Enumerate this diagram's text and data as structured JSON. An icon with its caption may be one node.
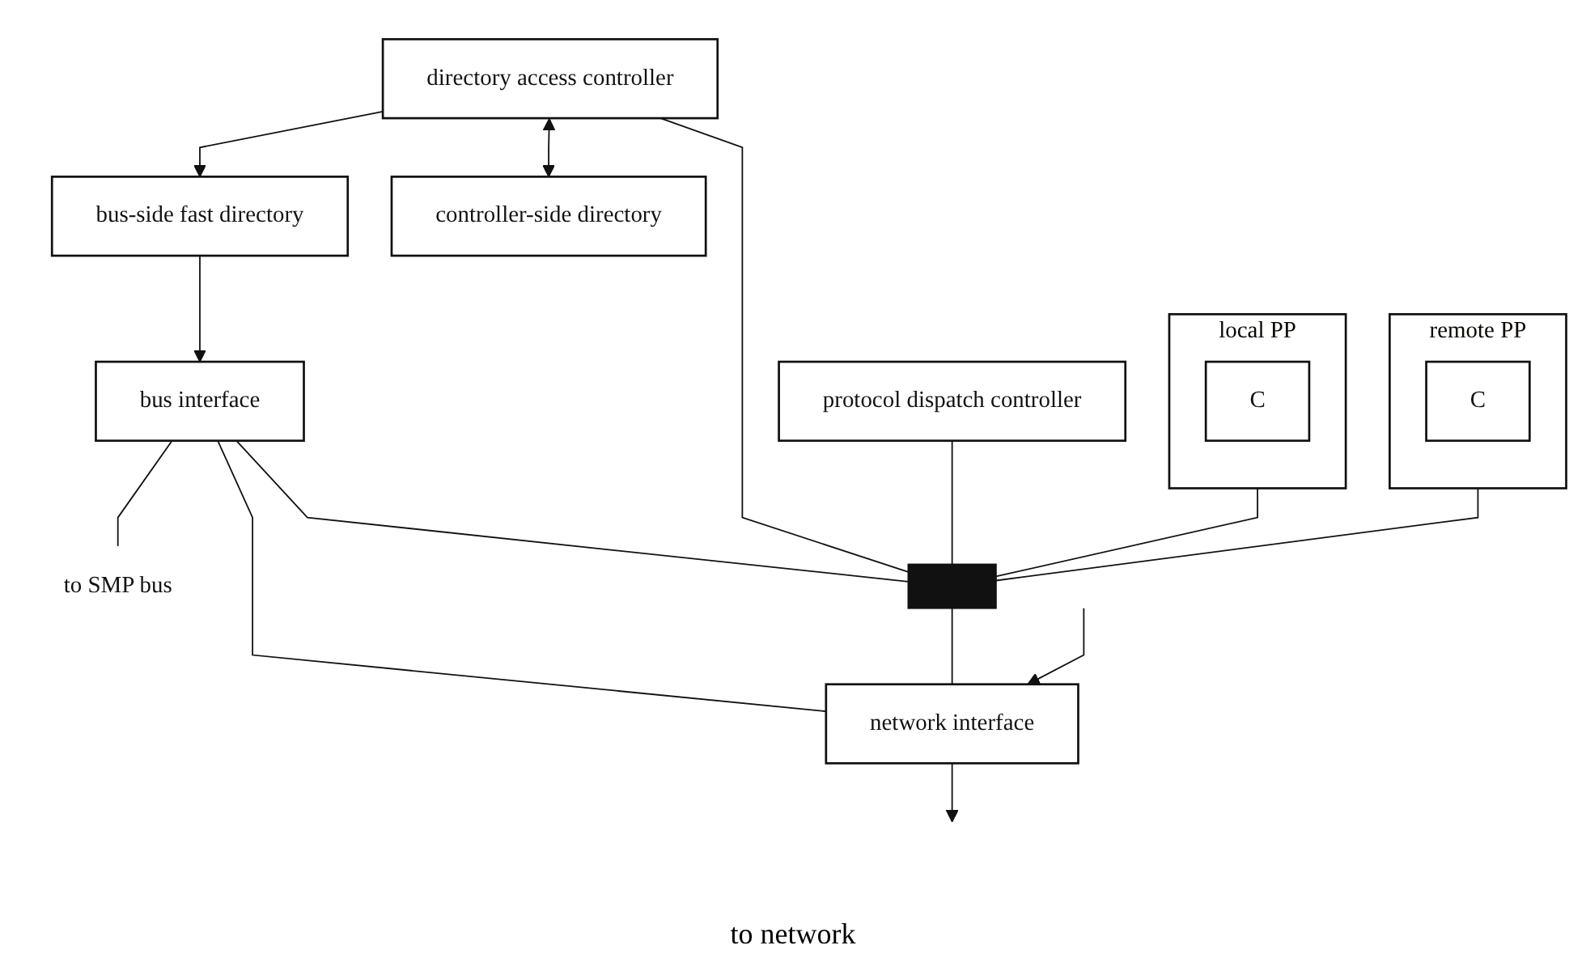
{
  "diagram": {
    "nodes": [
      {
        "text": [
          "to SMP bus"
        ]
      },
      {
        "text": [
          "bus interface"
        ]
      },
      {
        "text": [
          "bus-side fast directory"
        ]
      },
      {
        "text": [
          "directory access controller"
        ]
      },
      {
        "text": [
          "local PP"
        ]
      },
      {
        "text": [
          "C"
        ],
        "in": 4
      },
      {
        "text": [
          "remote PP"
        ]
      },
      {
        "text": [
          "C"
        ],
        "in": 6
      },
      {
        "text": [
          "protocol dispatch controller"
        ]
      },
      {
        "text": [
          "controller-side directory"
        ]
      },
      {
        "text": [],
        "shape": "bar"
      },
      {
        "text": [
          "network interface"
        ]
      }
    ],
    "edges": [
      {
        "from": 1,
        "to": 0,
        "arrow": "none"
      },
      {
        "from": 2,
        "to": 1,
        "arrow": "to"
      },
      {
        "from": 3,
        "to": 2,
        "arrow": "to"
      },
      {
        "from": 3,
        "to": 9,
        "arrow": "both"
      },
      {
        "from": 1,
        "to": 10,
        "arrow": "none"
      },
      {
        "from": 1,
        "to": 11,
        "arrow": "none"
      },
      {
        "from": 3,
        "to": 10,
        "arrow": "none"
      },
      {
        "from": 4,
        "to": 10,
        "arrow": "none"
      },
      {
        "from": 6,
        "to": 10,
        "arrow": "none"
      },
      {
        "from": 8,
        "to": 10,
        "arrow": "none"
      },
      {
        "from": 10,
        "to": 11,
        "arrow": "none"
      },
      {
        "from": 11,
        "to": null,
        "arrow": "to"
      },
      {
        "from": null,
        "to": 11,
        "arrow": "to"
      }
    ],
    "labels": [
      "to network"
    ]
  }
}
